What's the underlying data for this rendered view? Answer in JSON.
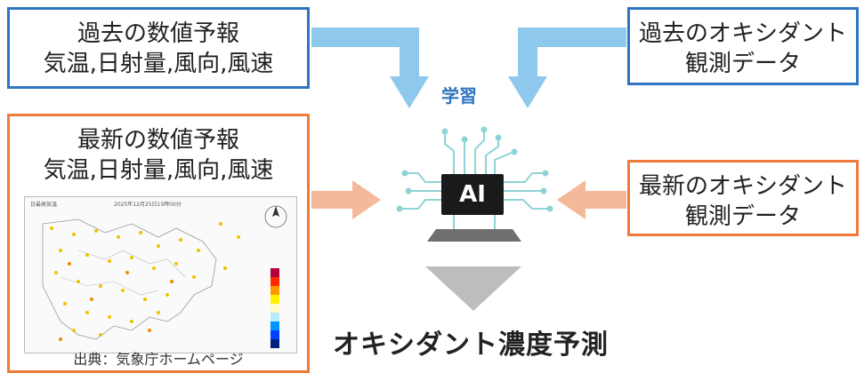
{
  "past_forecast": {
    "line1": "過去の数値予報",
    "line2": "気温,日射量,風向,風速"
  },
  "past_oxidant": {
    "line1": "過去のオキシダント",
    "line2": "観測データ"
  },
  "latest_forecast": {
    "line1": "最新の数値予報",
    "line2": "気温,日射量,風向,風速",
    "map_title": "日最高気温",
    "map_datetime": "2025年12月25日15時00分",
    "source": "出典：気象庁ホームページ"
  },
  "latest_oxidant": {
    "line1": "最新のオキシダント",
    "line2": "観測データ"
  },
  "learning_label": "学習",
  "ai_label": "AI",
  "result_label": "オキシダント濃度予測",
  "colors": {
    "blue_border": "#2f74c0",
    "blue_arrow": "#8ec8ec",
    "orange_border": "#ee7b3a",
    "orange_arrow": "#f4b89a",
    "circuit": "#8fd3d6",
    "chip": "#1a1a1a",
    "laptop_base": "#6e6e6e",
    "down_arrow": "#bdbdbd"
  }
}
